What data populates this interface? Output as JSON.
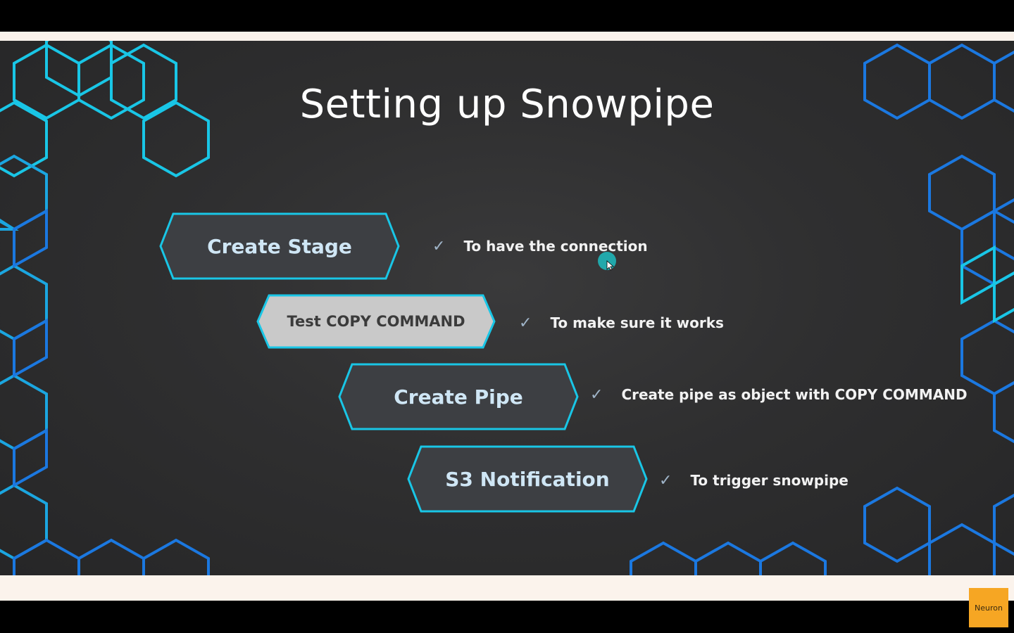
{
  "slide": {
    "title": "Setting up Snowpipe",
    "steps": [
      {
        "label": "Create Stage",
        "description": "To have the connection"
      },
      {
        "label": "Test COPY COMMAND",
        "description": "To make sure it works"
      },
      {
        "label": "Create Pipe",
        "description": "Create pipe as object with COPY COMMAND"
      },
      {
        "label": "S3 Notification",
        "description": "To trigger snowpipe"
      }
    ],
    "check_mark": "✓"
  },
  "watermark": {
    "text": "Neuron"
  },
  "colors": {
    "hex_cyan": "#19c6e6",
    "hex_blue": "#1b78e0",
    "step_fill_dark": "#3d3f43",
    "step_fill_light": "#c9c9c9",
    "logo_bg": "#f6a623"
  },
  "icons": [
    "hexagon-pattern",
    "check-icon",
    "cursor-icon",
    "neuron-logo"
  ]
}
